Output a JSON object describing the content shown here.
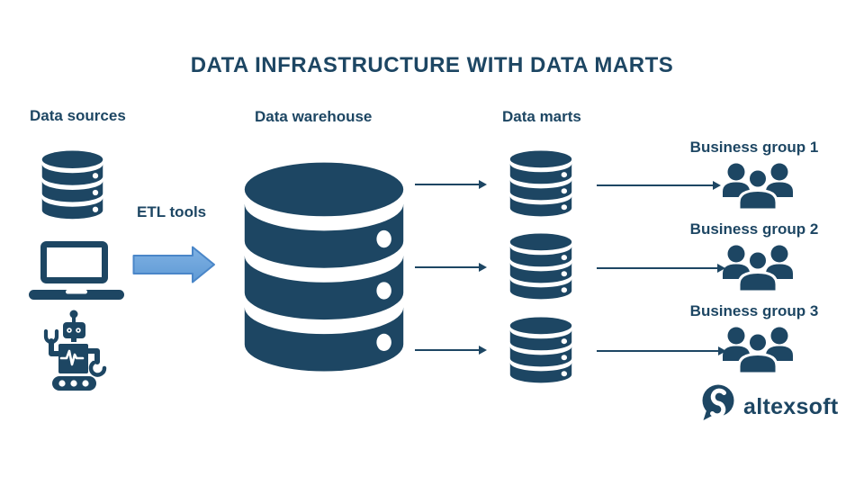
{
  "title": "DATA INFRASTRUCTURE WITH DATA MARTS",
  "labels": {
    "data_sources": "Data sources",
    "etl_tools": "ETL tools",
    "data_warehouse": "Data warehouse",
    "data_marts": "Data marts"
  },
  "business_groups": [
    {
      "label": "Business group 1"
    },
    {
      "label": "Business group 2"
    },
    {
      "label": "Business group 3"
    }
  ],
  "logo": {
    "text": "altexsoft"
  },
  "icons": {
    "data_sources": [
      "database-icon",
      "laptop-icon",
      "robot-icon"
    ],
    "etl": "block-arrow-right-icon",
    "warehouse": "database-icon",
    "data_marts": "database-icon",
    "business_groups": "people-group-icon",
    "logo": "speech-bubble-s-icon"
  },
  "colors": {
    "navy": "#1d4663",
    "etl_arrow_fill_top": "#7fb1e3",
    "etl_arrow_fill_bottom": "#5f9ad5",
    "etl_arrow_stroke": "#4a86c8",
    "background": "#ffffff"
  }
}
